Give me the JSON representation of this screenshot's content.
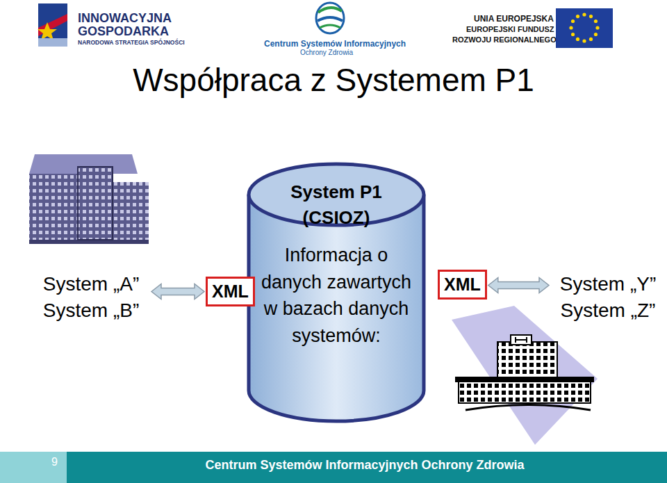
{
  "diagram": {
    "title": "Współpraca z Systemem P1",
    "nodes": [
      {
        "text": [
          "System „A”",
          "System „B”"
        ]
      },
      {
        "text": [
          "XML"
        ]
      },
      {
        "text": [
          "System P1 (CSIOZ)",
          "Informacja o danych zawartych w bazach danych systemów:"
        ]
      },
      {
        "text": [
          "XML"
        ]
      },
      {
        "text": [
          "System „Y”",
          "System „Z”"
        ]
      }
    ],
    "edges": [
      {
        "from": 0,
        "to": 1,
        "arrow": "both"
      },
      {
        "from": 3,
        "to": 4,
        "arrow": "both"
      }
    ],
    "labels": [
      "INNOWACYJNA",
      "GOSPODARKA",
      "NARODOWA STRATEGIA SPÓJNOŚCI",
      "Centrum Systemów Informacyjnych",
      "Ochrony Zdrowia",
      "UNIA EUROPEJSKA",
      "EUROPEJSKI FUNDUSZ",
      "ROZWOJU REGIONALNEGO",
      "9",
      "Centrum Systemów Informacyjnych Ochrony Zdrowia"
    ]
  }
}
